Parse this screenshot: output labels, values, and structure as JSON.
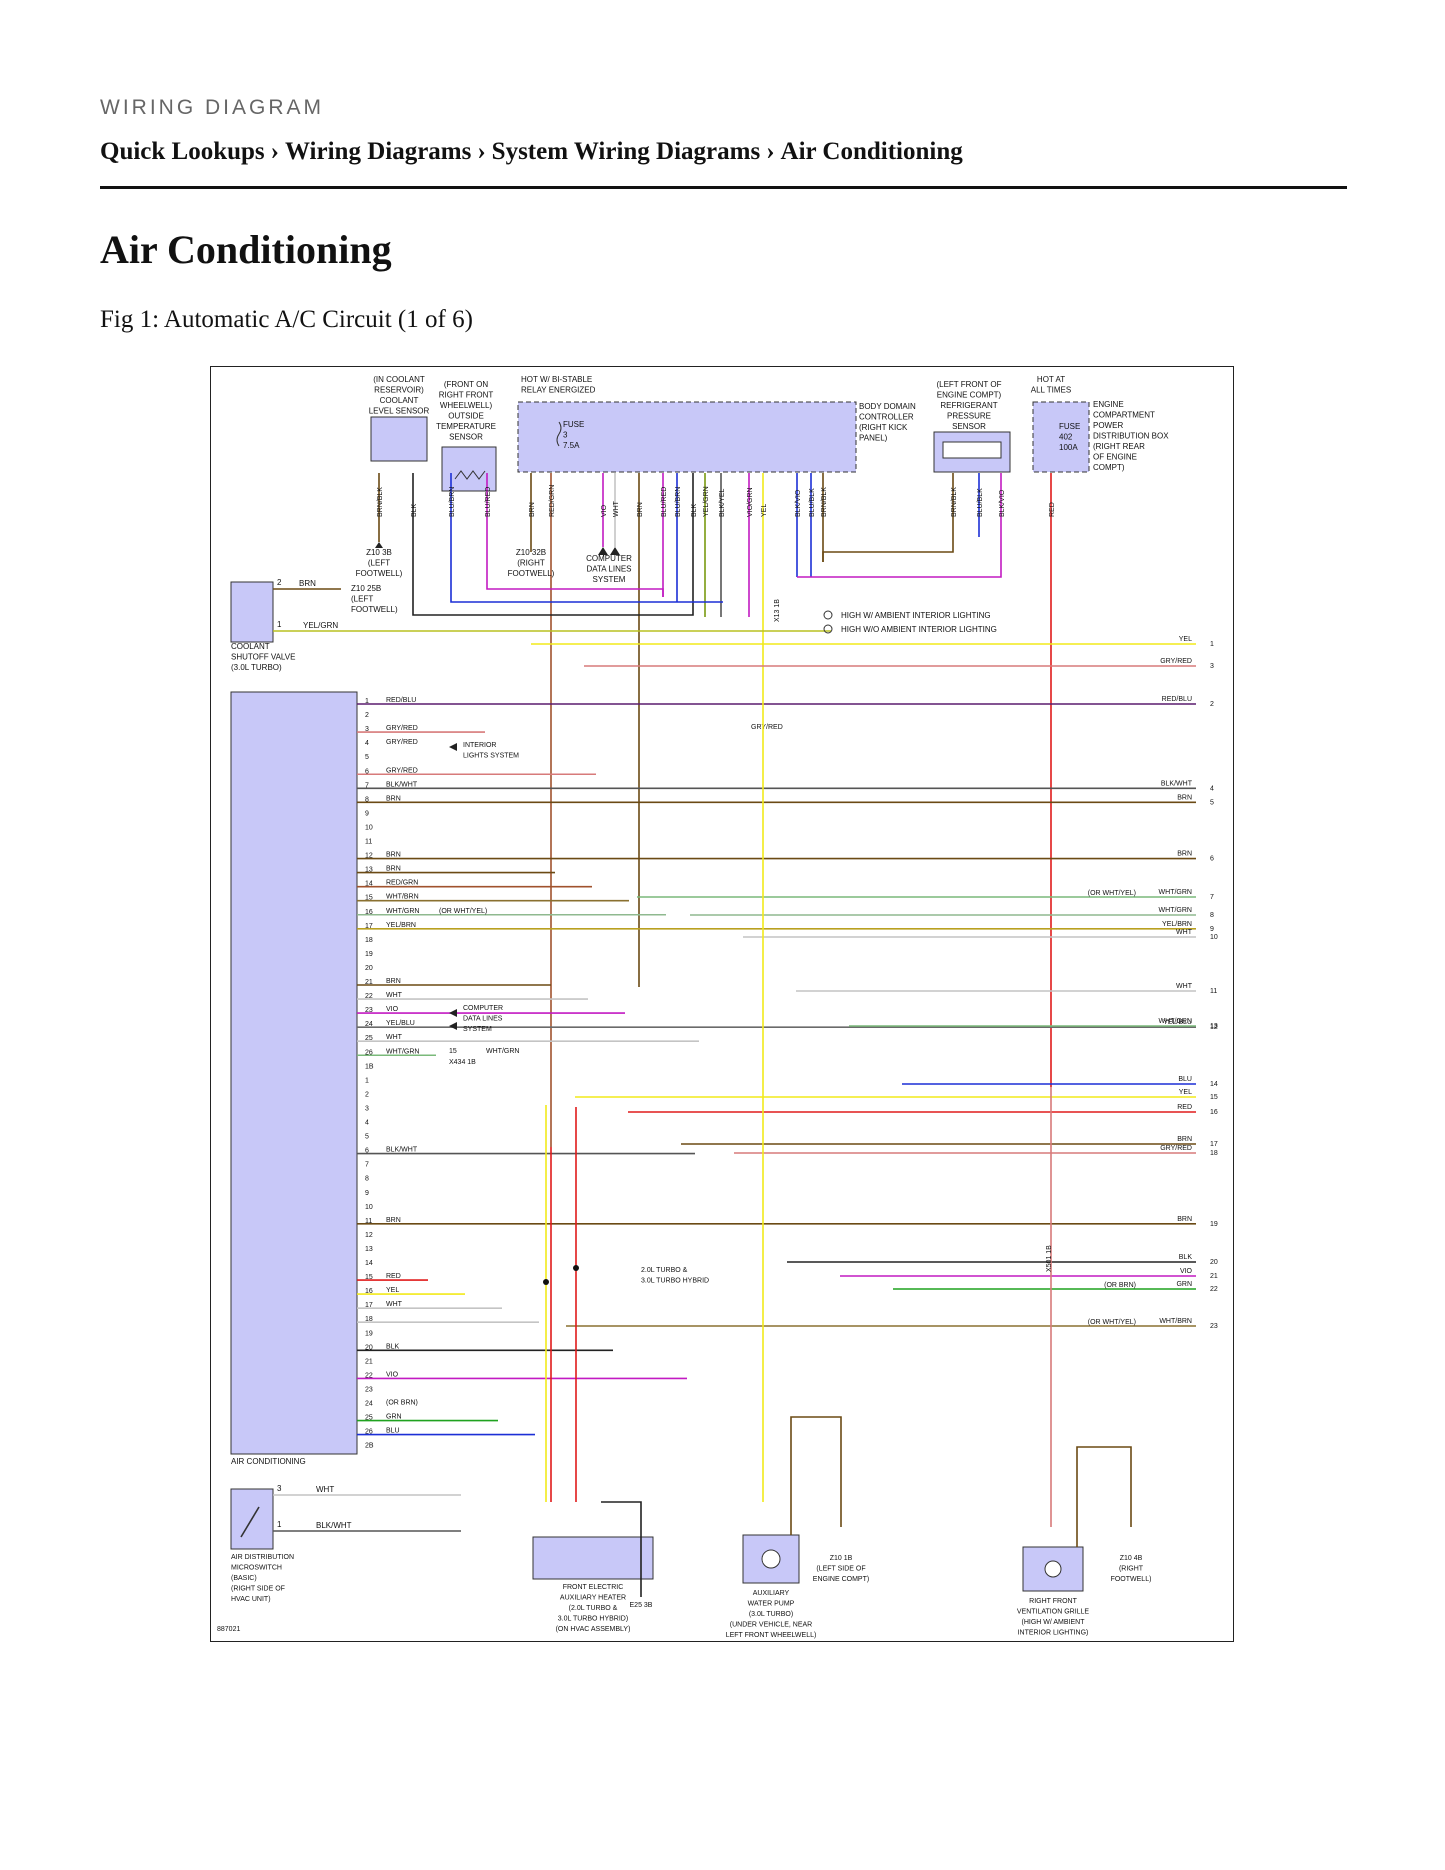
{
  "header": {
    "kicker": "WIRING DIAGRAM",
    "breadcrumbs": [
      "Quick Lookups",
      "Wiring Diagrams",
      "System Wiring Diagrams",
      "Air Conditioning"
    ],
    "separator": "›"
  },
  "page_title": "Air Conditioning",
  "figure_caption": "Fig 1: Automatic A/C Circuit (1 of 6)",
  "diagram": {
    "figure_id": "887021",
    "colors": {
      "module_fill": "#c8c8f8",
      "BRN": "#6b4a14",
      "RED": "#e01b1b",
      "YEL": "#f2ea1a",
      "BLU": "#1c2fd6",
      "GRN": "#1fa21f",
      "VIO": "#c21ac2",
      "WHT": "#c4c4c4",
      "BLK": "#222222",
      "GRY": "#8c8c8c",
      "OLIVE": "#7a6a10"
    },
    "components": {
      "coolant_level_sensor": [
        "(IN COOLANT",
        "RESERVOIR)",
        "COOLANT",
        "LEVEL SENSOR"
      ],
      "outside_temp_sensor": [
        "(FRONT ON",
        "RIGHT FRONT",
        "WHEELWELL)",
        "OUTSIDE",
        "TEMPERATURE",
        "SENSOR"
      ],
      "bdc_hot": [
        "HOT W/ BI-STABLE",
        "RELAY ENERGIZED"
      ],
      "bdc_fuse": [
        "FUSE",
        "3",
        "7.5A"
      ],
      "bdc": [
        "BODY DOMAIN",
        "CONTROLLER",
        "(RIGHT KICK",
        "PANEL)"
      ],
      "pressure_sensor": [
        "(LEFT FRONT OF",
        "ENGINE COMPT)",
        "REFRIGERANT",
        "PRESSURE",
        "SENSOR"
      ],
      "ecpdb_hot": [
        "HOT AT",
        "ALL TIMES"
      ],
      "ecpdb_fuse": [
        "FUSE",
        "402",
        "100A"
      ],
      "ecpdb": [
        "ENGINE",
        "COMPARTMENT",
        "POWER",
        "DISTRIBUTION BOX",
        "(RIGHT REAR",
        "OF ENGINE",
        "COMPT)"
      ],
      "z10_3b": [
        "Z10 3B",
        "(LEFT",
        "FOOTWELL)"
      ],
      "z10_32b": [
        "Z10 32B",
        "(RIGHT",
        "FOOTWELL)"
      ],
      "computer_data_top": [
        "COMPUTER",
        "DATA LINES",
        "SYSTEM"
      ],
      "z10_25b": [
        "Z10 25B",
        "(LEFT",
        "FOOTWELL)"
      ],
      "coolant_valve": [
        "COOLANT",
        "SHUTOFF VALVE",
        "(3.0L TURBO)"
      ],
      "legend1": "HIGH W/ AMBIENT INTERIOR LIGHTING",
      "legend2": "HIGH W/O AMBIENT INTERIOR LIGHTING",
      "interior_lights": [
        "INTERIOR",
        "LIGHTS SYSTEM"
      ],
      "computer_data_mid": [
        "COMPUTER",
        "DATA LINES",
        "SYSTEM"
      ],
      "x434": "X434 1B",
      "ac_module": "AIR CONDITIONING",
      "variant_heater": [
        "2.0L TURBO &",
        "3.0L TURBO HYBRID"
      ],
      "x501": "X501 1B",
      "x13": "X13 1B",
      "microswitch": [
        "AIR DISTRIBUTION",
        "MICROSWITCH",
        "(BASIC)",
        "(RIGHT SIDE OF",
        "HVAC UNIT)"
      ],
      "heater": [
        "FRONT ELECTRIC",
        "AUXILIARY HEATER",
        "(2.0L TURBO &",
        "3.0L TURBO HYBRID)",
        "(ON HVAC ASSEMBLY)"
      ],
      "e25": "E25 3B",
      "pump": [
        "AUXILIARY",
        "WATER PUMP",
        "(3.0L TURBO)",
        "(UNDER VEHICLE, NEAR",
        "LEFT FRONT WHEELWELL)"
      ],
      "z10_1b": [
        "Z10 1B",
        "(LEFT SIDE OF",
        "ENGINE COMPT)"
      ],
      "grille": [
        "RIGHT FRONT",
        "VENTILATION GRILLE",
        "(HIGH W/ AMBIENT",
        "INTERIOR LIGHTING)"
      ],
      "z10_4b": [
        "Z10 4B",
        "(RIGHT",
        "FOOTWELL)"
      ]
    },
    "module_pins": [
      {
        "pin": "1",
        "label": "RED/BLU",
        "color": "#5a1b6e",
        "end": "RED/BLU",
        "num": "2"
      },
      {
        "pin": "2",
        "label": "",
        "color": null
      },
      {
        "pin": "3",
        "label": "GRY/RED",
        "color": "#d77a7a"
      },
      {
        "pin": "4",
        "label": "GRY/RED",
        "color": null
      },
      {
        "pin": "5",
        "label": "",
        "color": null
      },
      {
        "pin": "6",
        "label": "GRY/RED",
        "color": "#d77a7a"
      },
      {
        "pin": "7",
        "label": "BLK/WHT",
        "color": "#555555",
        "end": "BLK/WHT",
        "num": "4"
      },
      {
        "pin": "8",
        "label": "BRN",
        "color": "#6b4a14",
        "end": "BRN",
        "num": "5"
      },
      {
        "pin": "9",
        "label": "",
        "color": null
      },
      {
        "pin": "10",
        "label": "",
        "color": null
      },
      {
        "pin": "11",
        "label": "",
        "color": null
      },
      {
        "pin": "12",
        "label": "BRN",
        "color": "#6b4a14",
        "end": "BRN",
        "num": "6"
      },
      {
        "pin": "13",
        "label": "BRN",
        "color": "#6b4a14"
      },
      {
        "pin": "14",
        "label": "RED/GRN",
        "color": "#a0522d"
      },
      {
        "pin": "15",
        "label": "WHT/BRN",
        "color": "#8a7030"
      },
      {
        "pin": "16",
        "label": "WHT/GRN",
        "color": "#8fb98f"
      },
      {
        "pin": "17",
        "label": "YEL/BRN",
        "color": "#b9a020",
        "end": "YEL/BRN",
        "num": "9"
      },
      {
        "pin": "18",
        "label": "",
        "color": null
      },
      {
        "pin": "19",
        "label": "",
        "color": null
      },
      {
        "pin": "20",
        "label": "",
        "color": null
      },
      {
        "pin": "21",
        "label": "BRN",
        "color": "#6b4a14"
      },
      {
        "pin": "22",
        "label": "WHT",
        "color": "#c4c4c4"
      },
      {
        "pin": "23",
        "label": "VIO",
        "color": "#c21ac2"
      },
      {
        "pin": "24",
        "label": "YEL/BLU",
        "color": "#6a6a6a",
        "end": "YEL/BLU",
        "num": "12"
      },
      {
        "pin": "25",
        "label": "WHT",
        "color": "#c4c4c4"
      },
      {
        "pin": "26",
        "label": "WHT/GRN",
        "color": "#7ab97a"
      },
      {
        "pin": "1B",
        "label": "",
        "color": null
      },
      {
        "pin": "1",
        "label": "",
        "color": null
      },
      {
        "pin": "2",
        "label": "",
        "color": null
      },
      {
        "pin": "3",
        "label": "",
        "color": null
      },
      {
        "pin": "4",
        "label": "",
        "color": null
      },
      {
        "pin": "5",
        "label": "",
        "color": null
      },
      {
        "pin": "6",
        "label": "BLK/WHT",
        "color": "#555555"
      },
      {
        "pin": "7",
        "label": "",
        "color": null
      },
      {
        "pin": "8",
        "label": "",
        "color": null
      },
      {
        "pin": "9",
        "label": "",
        "color": null
      },
      {
        "pin": "10",
        "label": "",
        "color": null
      },
      {
        "pin": "11",
        "label": "BRN",
        "color": "#6b4a14",
        "end": "BRN",
        "num": "19"
      },
      {
        "pin": "12",
        "label": "",
        "color": null
      },
      {
        "pin": "13",
        "label": "",
        "color": null
      },
      {
        "pin": "14",
        "label": "",
        "color": null
      },
      {
        "pin": "15",
        "label": "RED",
        "color": "#e01b1b"
      },
      {
        "pin": "16",
        "label": "YEL",
        "color": "#f2ea1a"
      },
      {
        "pin": "17",
        "label": "WHT",
        "color": "#c4c4c4"
      },
      {
        "pin": "18",
        "label": "",
        "color": "#c4c4c4"
      },
      {
        "pin": "19",
        "label": "",
        "color": null
      },
      {
        "pin": "20",
        "label": "BLK",
        "color": "#222222"
      },
      {
        "pin": "21",
        "label": "",
        "color": null
      },
      {
        "pin": "22",
        "label": "VIO",
        "color": "#c21ac2"
      },
      {
        "pin": "23",
        "label": "",
        "color": null
      },
      {
        "pin": "24",
        "label": "(OR BRN)",
        "color": null
      },
      {
        "pin": "25",
        "label": "GRN",
        "color": "#1fa21f"
      },
      {
        "pin": "26",
        "label": "BLU",
        "color": "#1c2fd6"
      },
      {
        "pin": "2B",
        "label": "",
        "color": null
      }
    ],
    "right_wires": [
      {
        "label": "YEL",
        "num": "1"
      },
      {
        "label": "GRY/RED",
        "num": "3"
      },
      {
        "label": "WHT/GRN",
        "num": "7",
        "note": "(OR WHT/YEL)"
      },
      {
        "label": "WHT/GRN",
        "num": "8"
      },
      {
        "label": "WHT",
        "num": "10"
      },
      {
        "label": "WHT",
        "num": "11"
      },
      {
        "label": "WHT/GRN",
        "num": "13"
      },
      {
        "label": "BLU",
        "num": "14"
      },
      {
        "label": "YEL",
        "num": "15"
      },
      {
        "label": "RED",
        "num": "16"
      },
      {
        "label": "BRN",
        "num": "17"
      },
      {
        "label": "GRY/RED",
        "num": "18"
      },
      {
        "label": "BLK",
        "num": "20"
      },
      {
        "label": "VIO",
        "num": "21"
      },
      {
        "label": "GRN",
        "num": "22",
        "note": "(OR BRN)"
      },
      {
        "label": "WHT/BRN",
        "num": "23",
        "note": "(OR WHT/YEL)"
      }
    ],
    "notes": {
      "or_wht_yel_15": "(OR WHT/YEL)",
      "x434_pin": "15",
      "x434_wire": "WHT/GRN",
      "gry_red_mid": "GRY/RED"
    }
  }
}
